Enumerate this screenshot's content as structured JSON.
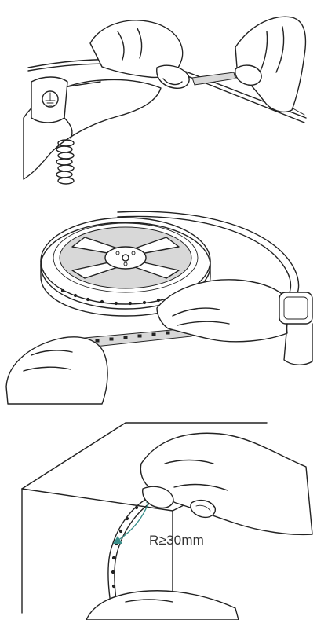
{
  "panels": [
    {
      "id": "step-1",
      "depicts": "hands-peeling-adhesive-backing-with-grounding-wrist-strap"
    },
    {
      "id": "step-2",
      "depicts": "unrolling-led-strip-reel-with-wrist-strap"
    },
    {
      "id": "step-3",
      "depicts": "bending-led-strip-around-corner",
      "bend_radius_label": "R≥30mm"
    }
  ],
  "colors": {
    "line": "#222222",
    "arrow": "#3a8f8a",
    "background": "#ffffff"
  }
}
